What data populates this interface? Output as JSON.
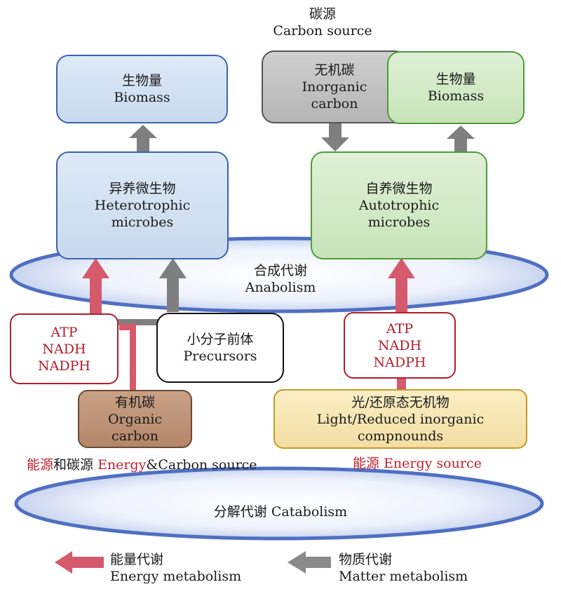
{
  "carbon_source": {
    "zh": "碳源",
    "en": "Carbon source"
  },
  "hetero_biomass": {
    "zh": "生物量",
    "en": "Biomass"
  },
  "inorganic_carbon": {
    "zh": "无机碳",
    "en1": "Inorganic",
    "en2": "carbon"
  },
  "auto_biomass": {
    "zh": "生物量",
    "en": "Biomass"
  },
  "heterotrophic": {
    "zh": "异养微生物",
    "en1": "Heterotrophic",
    "en2": "microbes"
  },
  "autotrophic": {
    "zh": "自养微生物",
    "en1": "Autotrophic",
    "en2": "microbes"
  },
  "anabolism": {
    "zh": "合成代谢",
    "en": "Anabolism"
  },
  "energy_carriers_left": {
    "l1": "ATP",
    "l2": "NADH",
    "l3": "NADPH"
  },
  "precursors": {
    "zh": "小分子前体",
    "en": "Precursors"
  },
  "energy_carriers_right": {
    "l1": "ATP",
    "l2": "NADH",
    "l3": "NADPH"
  },
  "organic_carbon": {
    "zh": "有机碳",
    "en1": "Organic",
    "en2": "carbon"
  },
  "light_inorganic": {
    "zh": "光/还原态无机物",
    "en1": "Light/Reduced inorganic",
    "en2": "compnounds"
  },
  "left_source_label": {
    "zh_a": "能源",
    "zh_b": "和碳源",
    "en_a": "Energy",
    "en_b": "&Carbon source"
  },
  "right_source_label": {
    "zh": "能源",
    "en": "Energy source"
  },
  "catabolism": {
    "text": "分解代谢 Catabolism"
  },
  "legend": {
    "energy": {
      "zh": "能量代谢",
      "en": "Energy metabolism"
    },
    "matter": {
      "zh": "物质代谢",
      "en": "Matter metabolism"
    }
  },
  "colors": {
    "energy_arrow": "#d45a6c",
    "matter_arrow": "#7f7f7f",
    "accent_red": "#b31e2b"
  }
}
